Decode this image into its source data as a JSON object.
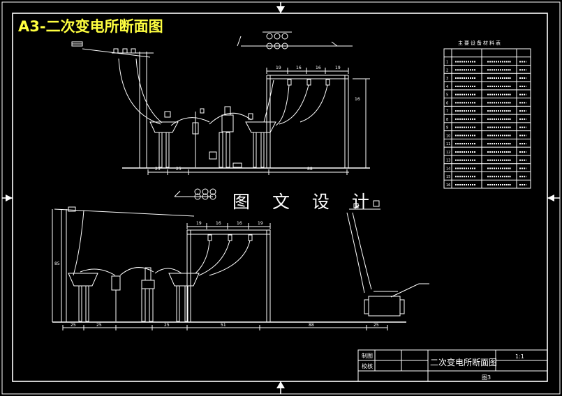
{
  "header_title": "A3-二次变电所断面图",
  "watermark": "图 文 设 计",
  "title_block": {
    "row1_label": "制图",
    "row2_label": "校核",
    "drawing_name": "二次变电所断面图",
    "scale": "1:1",
    "sheet": "图3"
  },
  "equipment_table": {
    "caption": "主要设备材料表",
    "rows": [
      "1",
      "2",
      "3",
      "4",
      "5",
      "6",
      "7",
      "8",
      "9",
      "10",
      "11",
      "12",
      "13",
      "14",
      "15",
      "16"
    ]
  },
  "upper_section": {
    "bay_dims": [
      "19",
      "16",
      "16",
      "19"
    ],
    "height_dim": "16",
    "base_dims": [
      "25",
      "25",
      "88"
    ]
  },
  "lower_section": {
    "bay_dims": [
      "19",
      "16",
      "16",
      "19"
    ],
    "height_dim": "85",
    "base_dims": [
      "25",
      "25",
      "25",
      "51",
      "88",
      "25"
    ]
  }
}
